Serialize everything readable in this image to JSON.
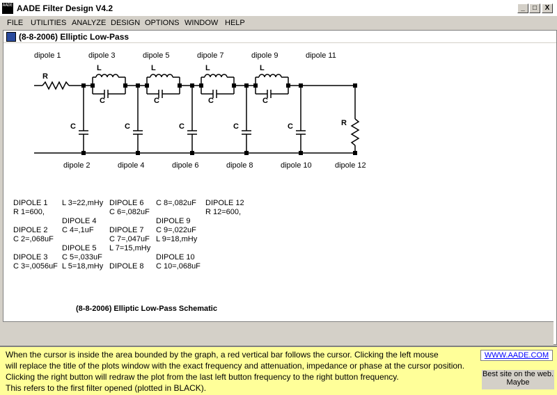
{
  "app": {
    "title": "AADE Filter Design V4.2",
    "icon_text": "AADE"
  },
  "window_controls": {
    "minimize": "_",
    "restore": "□",
    "close": "X"
  },
  "menu": [
    "FILE",
    "UTILITIES",
    "ANALYZE",
    "DESIGN",
    "OPTIONS",
    "WINDOW",
    "HELP"
  ],
  "child_window": {
    "title": "(8-8-2006) Elliptic Low-Pass"
  },
  "schematic": {
    "top_dipoles": [
      "dipole 1",
      "dipole 3",
      "dipole 5",
      "dipole 7",
      "dipole 9",
      "dipole 11"
    ],
    "bottom_dipoles": [
      "dipole 2",
      "dipole 4",
      "dipole 6",
      "dipole 8",
      "dipole 10",
      "dipole 12"
    ],
    "component_labels": {
      "r_series": "R",
      "r_shunt": "R",
      "l": "L",
      "c": "C"
    },
    "caption": "(8-8-2006) Elliptic Low-Pass Schematic"
  },
  "parts_list": {
    "col1": [
      "DIPOLE 1",
      "R 1=600,",
      "",
      "DIPOLE 2",
      "C 2=,068uF",
      "",
      "DIPOLE 3",
      "C 3=,0056uF"
    ],
    "col2": [
      "L 3=22,mHy",
      "",
      "DIPOLE 4",
      "C 4=,1uF",
      "",
      "DIPOLE 5",
      "C 5=,033uF",
      "L 5=18,mHy"
    ],
    "col3": [
      "DIPOLE 6",
      "C 6=,082uF",
      "",
      "DIPOLE 7",
      "C 7=,047uF",
      "L 7=15,mHy",
      "",
      "DIPOLE 8"
    ],
    "col4": [
      "C 8=,082uF",
      "",
      "DIPOLE 9",
      "C 9=,022uF",
      "L 9=18,mHy",
      "",
      "DIPOLE 10",
      "C 10=,068uF"
    ],
    "col5": [
      "DIPOLE 12",
      "R 12=600,"
    ]
  },
  "status": {
    "lines": [
      "When the cursor is inside the area bounded by the graph, a red vertical bar follows the cursor. Clicking the left mouse",
      "will replace the title of the plots window with the exact frequency and attenuation, impedance or phase at the cursor position.",
      "Clicking the right button will redraw the plot from the last left button frequency to the right button frequency.",
      "This refers to the first filter opened (plotted in BLACK)."
    ],
    "link": "WWW.AADE.COM",
    "best_site": "Best site on the web.",
    "maybe": "Maybe"
  },
  "colors": {
    "status_bg": "#ffff99",
    "link": "#0000ff",
    "chrome": "#d4d0c8"
  }
}
